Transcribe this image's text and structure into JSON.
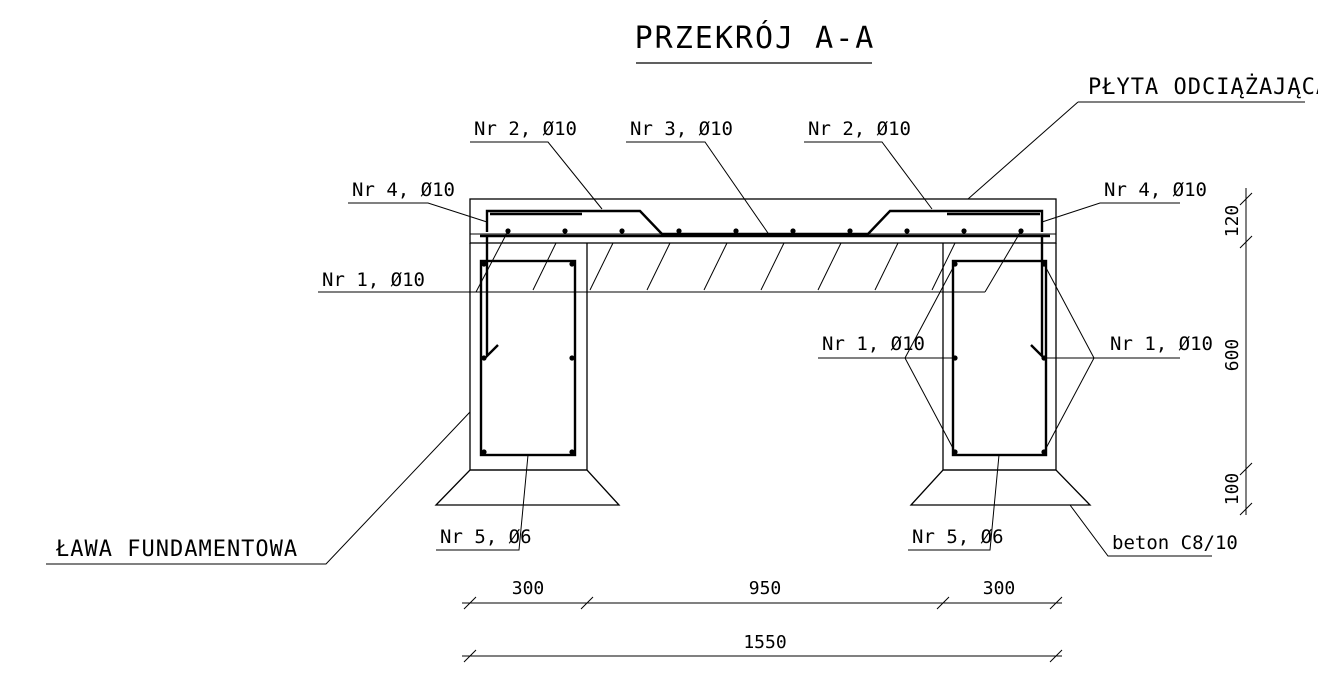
{
  "title": "PRZEKRÓJ A-A",
  "labels": {
    "plyta": "PŁYTA ODCIĄŻAJĄCA",
    "lawa": "ŁAWA FUNDAMENTOWA",
    "beton": "beton C8/10",
    "nr2_left": "Nr 2, Ø10",
    "nr3": "Nr 3, Ø10",
    "nr2_right": "Nr 2, Ø10",
    "nr4_left": "Nr 4, Ø10",
    "nr4_right": "Nr 4, Ø10",
    "nr1_left": "Nr 1, Ø10",
    "nr1_mid_right": "Nr 1, Ø10",
    "nr1_far_right": "Nr 1, Ø10",
    "nr5_left": "Nr 5, Ø6",
    "nr5_right": "Nr 5, Ø6"
  },
  "dimensions": {
    "left_width": "300",
    "middle_width": "950",
    "right_width": "300",
    "total_width": "1550",
    "slab_height": "120",
    "beam_height": "600",
    "base_height": "100"
  }
}
